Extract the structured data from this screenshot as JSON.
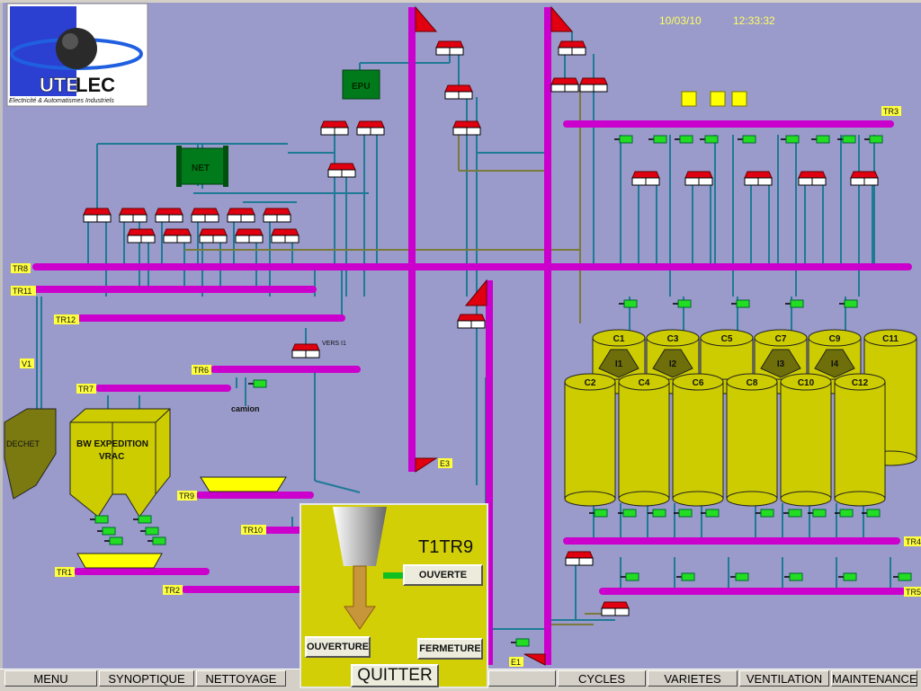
{
  "header": {
    "date": "10/03/10",
    "time": "12:33:32"
  },
  "logo": {
    "name": "UTELEC",
    "name_part1": "UTE",
    "name_part2": "LEC",
    "tagline": "Electricité & Automatismes Industriels"
  },
  "equipment": {
    "epu": "EPU",
    "net": "NET",
    "dechet": "DECHET",
    "bw_line1": "BW EXPEDITION",
    "bw_line2": "VRAC",
    "camion": "camion",
    "vers_i1": "VERS I1"
  },
  "conveyors": {
    "tr1": "TR1",
    "tr2": "TR2",
    "tr3": "TR3",
    "tr4": "TR4",
    "tr5": "TR5",
    "tr6": "TR6",
    "tr7": "TR7",
    "tr8": "TR8",
    "tr9": "TR9",
    "tr10": "TR10",
    "tr11": "TR11",
    "tr12": "TR12",
    "v1": "V1",
    "e1": "E1",
    "e3": "E3"
  },
  "silos": {
    "back": [
      "C1",
      "C3",
      "C5",
      "C7",
      "C9",
      "C11"
    ],
    "front": [
      "C2",
      "C4",
      "C6",
      "C8",
      "C10",
      "C12"
    ],
    "intermediates": [
      "I1",
      "I2",
      "I3",
      "I4"
    ]
  },
  "popup": {
    "title": "T1TR9",
    "status_button": "OUVERTE",
    "open_button": "OUVERTURE",
    "close_button": "FERMETURE",
    "quit_button": "QUITTER",
    "status_indicator_color": "#10c020"
  },
  "menu": [
    "MENU",
    "SYNOPTIQUE",
    "NETTOYAGE",
    "",
    "CYCLES",
    "VARIETES",
    "VENTILATION",
    "MAINTENANCE"
  ],
  "colors": {
    "background": "#9a9acb",
    "conveyor": "#cc00cc",
    "pipe": "#1f7a95",
    "pipe_alt": "#7a7a3a",
    "valve": "#e00010",
    "silo": "#cccc00",
    "label_bg": "#ffff40",
    "actuator": "#22dd22",
    "equipment": "#007a1a"
  }
}
